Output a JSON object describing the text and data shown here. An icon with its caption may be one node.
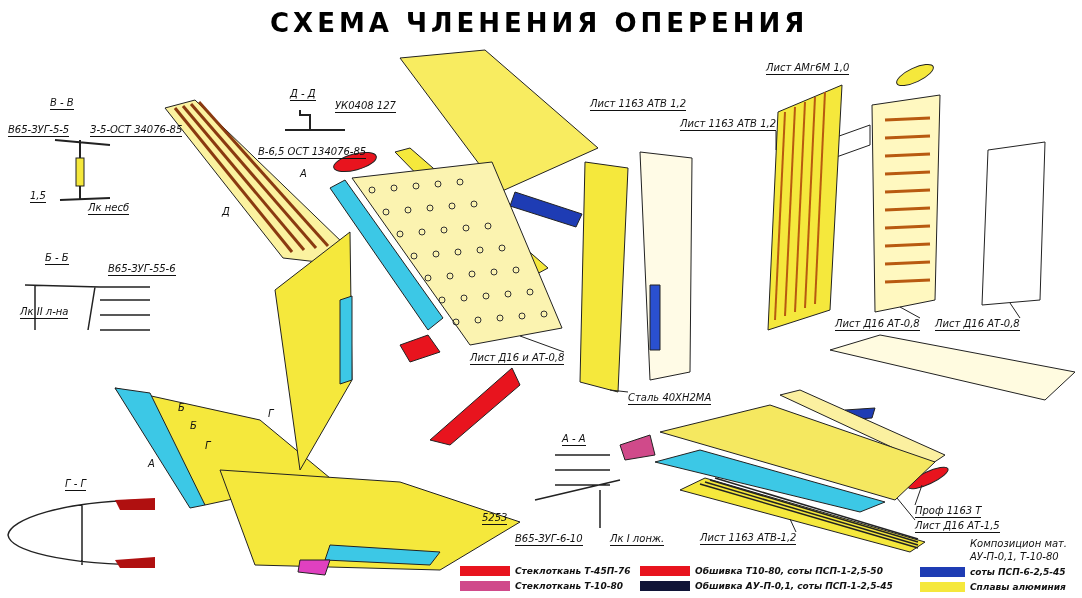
{
  "diagram": {
    "title": "СХЕМА ЧЛЕНЕНИЯ ОПЕРЕНИЯ",
    "nodes": [
      {
        "text": [
          "Лист 1163 АТВ 1,2"
        ]
      },
      {
        "text": [
          "Лист Д16 и АТ-0,8"
        ]
      },
      {
        "text": [
          "Сталь 40ХН2МА"
        ]
      },
      {
        "text": [
          "Лист Д16 АТ-0,8"
        ]
      },
      {
        "text": [
          "Лист Д16 АТ-0,8"
        ]
      },
      {
        "text": [
          "Проф 1163 Т"
        ]
      },
      {
        "text": [
          "Лист Д16 АТ-1,5"
        ]
      },
      {
        "text": [
          "Лист 1163 АТВ-1,2"
        ]
      },
      {
        "text": [],
        "shape": "picture"
      },
      {
        "text": [],
        "shape": "picture"
      },
      {
        "text": [],
        "shape": "picture"
      },
      {
        "text": [],
        "shape": "picture"
      },
      {
        "text": [],
        "shape": "box"
      },
      {
        "text": [],
        "shape": "ellipse"
      },
      {
        "text": [],
        "shape": "picture"
      },
      {
        "text": [],
        "shape": "picture"
      }
    ],
    "edges": [
      {
        "from": 0,
        "to": 8,
        "arrow": "none"
      },
      {
        "from": 1,
        "to": 9,
        "arrow": "none"
      },
      {
        "from": 2,
        "to": 10,
        "arrow": "none"
      },
      {
        "from": 3,
        "to": 11,
        "arrow": "none"
      },
      {
        "from": 4,
        "to": 12,
        "arrow": "none"
      },
      {
        "from": 5,
        "to": 13,
        "arrow": "none"
      },
      {
        "from": 6,
        "to": 14,
        "arrow": "none"
      },
      {
        "from": 7,
        "to": 15,
        "arrow": "none"
      }
    ],
    "labels": [
      "В - В",
      "В65-ЗУГ-5-5",
      "З-5-ОСТ 34076-85",
      "1,5",
      "Лк несб",
      "Д",
      "Б - Б",
      "В65-ЗУГ-55-6",
      "Лк II л-на",
      "Д - Д",
      "УК0408 127",
      "В-6,5 ОСТ 134076-85",
      "А",
      "Лист 1163 АТВ 1,2",
      "Лист АМг6М 1,0",
      "Г",
      "Б",
      "Б",
      "А",
      "Г",
      "Г - Г",
      "А - А",
      "В65-ЗУГ-6-10",
      "Лк I лонж.",
      "5253",
      "Композицион мат.",
      "АУ-П-0,1, Т-10-80"
    ],
    "legend": [
      {
        "text": "Стеклоткань Т-45П-76",
        "color": "#e8141e"
      },
      {
        "text": "Стеклоткань Т-10-80",
        "color": "#d04a8a"
      },
      {
        "text": "Обшивка Т10-80, соты ПСП-1-2,5-50",
        "color": "#e8141e"
      },
      {
        "text": "Обшивка АУ-П-0,1, соты ПСП-1-2,5-45",
        "color": "#101436"
      },
      {
        "text": "соты ПСП-6-2,5-45",
        "color": "#1e3cb4"
      },
      {
        "text": "Сплавы алюминия",
        "color": "#f5e83c"
      }
    ]
  }
}
